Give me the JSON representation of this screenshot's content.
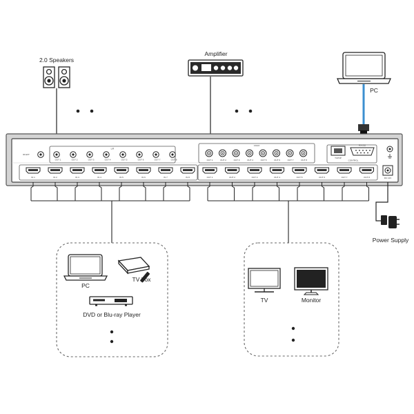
{
  "labels": {
    "speakers": "2.0 Speakers",
    "amplifier": "Amplifier",
    "pc_top": "PC",
    "power_supply": "Power Supply",
    "pc_source": "PC",
    "tv_box": "TV box",
    "dvd_player": "DVD or Blu-ray Player",
    "tv": "TV",
    "monitor": "Monitor"
  },
  "panel": {
    "ir_ext": "IR EXT",
    "lr": "L/R",
    "coax": "COAX",
    "tcp_ip": "TCP/IP",
    "rs232": "RS-232",
    "control": "CONTROL",
    "dc": "DC 12V",
    "audio_out_labels": [
      "OUT 1",
      "OUT 2",
      "OUT 3",
      "OUT 4",
      "OUT 5",
      "OUT 6",
      "OUT 7",
      "OUT 8"
    ],
    "coax_out_labels": [
      "OUT 1",
      "OUT 2",
      "OUT 3",
      "OUT 4",
      "OUT 5",
      "OUT 6",
      "OUT 7",
      "OUT 8"
    ],
    "hdmi_in_labels": [
      "IN 1",
      "IN 2",
      "IN 3",
      "IN 4",
      "IN 5",
      "IN 6",
      "IN 7",
      "IN 8"
    ],
    "hdmi_out_labels": [
      "OUT 1",
      "OUT 2",
      "OUT 3",
      "OUT 4",
      "OUT 5",
      "OUT 6",
      "OUT 7",
      "OUT 8"
    ]
  },
  "colors": {
    "pc_cable": "#3b8fd0",
    "panel_fill": "#d4d4d4",
    "line": "#222222"
  }
}
